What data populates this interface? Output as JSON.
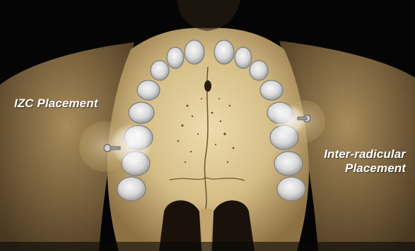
{
  "labels": {
    "izc": "IZC Placement",
    "inter_radicular_line1": "Inter-radicular",
    "inter_radicular_line2": "Placement"
  },
  "colors": {
    "background": "#050505",
    "bone_light": "#e2cf9d",
    "bone_mid": "#c9ad74",
    "bone_dark": "#7d6238",
    "tooth": "#d6d6d6",
    "text": "#ffffff"
  },
  "icons": {
    "implant_left": "screw-implant-icon",
    "implant_right": "screw-implant-icon"
  }
}
